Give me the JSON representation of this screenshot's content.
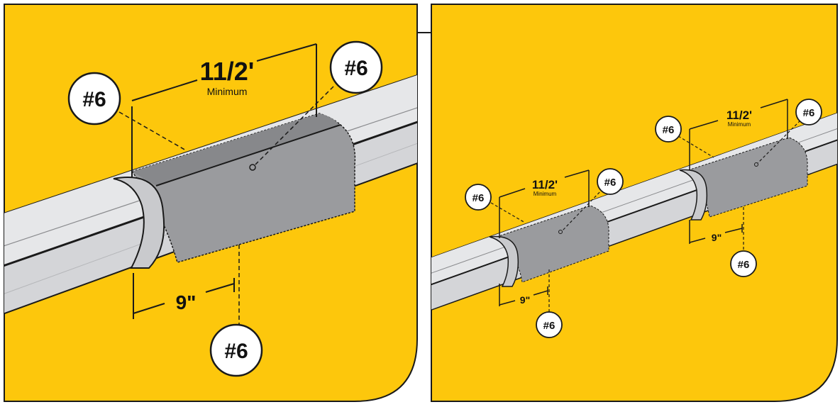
{
  "panels": {
    "left": {
      "callouts": [
        "#6",
        "#6",
        "#6"
      ],
      "span_label": "11/2'",
      "span_sublabel": "Minimum",
      "offset_label": "9\""
    },
    "right": {
      "callouts": [
        "#6",
        "#6",
        "#6",
        "#6",
        "#6",
        "#6"
      ],
      "span_label": "11/2'",
      "span_sublabel": "Minimum",
      "offset_label": "9\""
    }
  },
  "colors": {
    "background_panel": "#FDC70C",
    "pipe_light": "#D9D9DB",
    "pipe_mid": "#BFC0C3",
    "sleeve": "#9A9B9E",
    "outline": "#1a1a1a"
  }
}
